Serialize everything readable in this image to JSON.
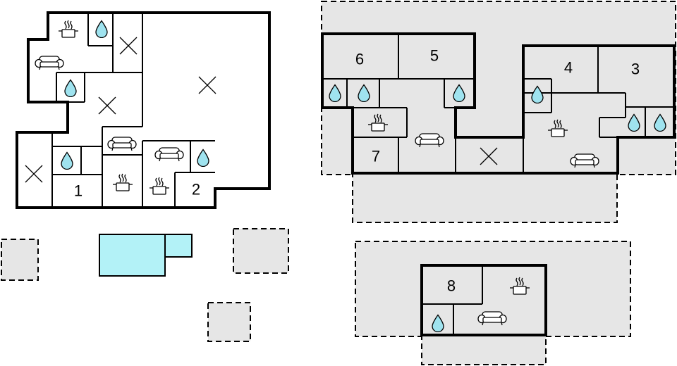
{
  "room_labels": {
    "r1": "1",
    "r2": "2",
    "r3": "3",
    "r4": "4",
    "r5": "5",
    "r6": "6",
    "r7": "7",
    "r8": "8"
  },
  "colors": {
    "wall": "#000000",
    "outdoor_zone": "#e6e6e6",
    "pool": "#b3f2f7",
    "water_drop": "#9fe3ef"
  },
  "icons": [
    "water-drop-icon",
    "cooking-pot-icon",
    "sofa-icon",
    "cross-mark-icon"
  ]
}
